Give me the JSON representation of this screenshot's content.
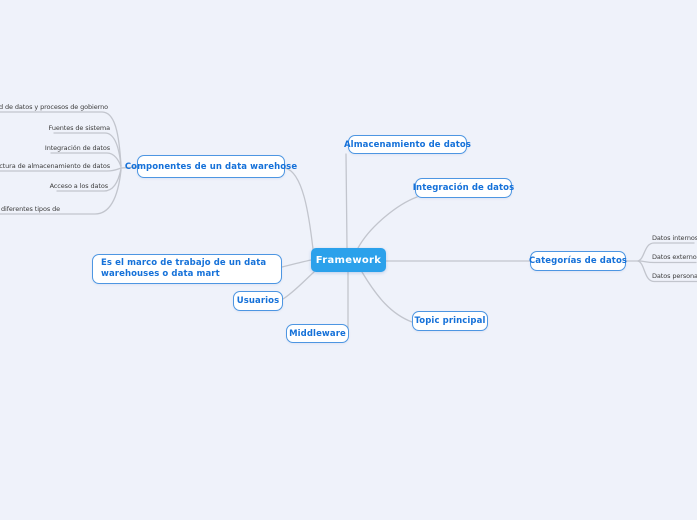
{
  "canvas": {
    "background": "#eff2fa",
    "colors": {
      "root_fill": "#2ba1eb",
      "root_text": "#ffffff",
      "node_border": "#4d96e2",
      "node_text": "#1571d9",
      "edge": "#c2c5cd",
      "leaf_text": "#3c3c3c"
    }
  },
  "mindmap": {
    "root": {
      "label": "Framework"
    },
    "nodes": {
      "almacenamiento": {
        "label": "Almacenamiento de datos"
      },
      "integracion": {
        "label": "Integración de datos"
      },
      "categorias": {
        "label": "Categorías de datos"
      },
      "componentes": {
        "label": "Componentes de un data warehose"
      },
      "marco": {
        "label": "Es el marco de trabajo de un data warehouses o data mart"
      },
      "usuarios": {
        "label": "Usuarios"
      },
      "middleware": {
        "label": "Middleware"
      },
      "topic": {
        "label": "Topic principal"
      }
    },
    "leaves": {
      "componentes_children": [
        "Calidad de datos y procesos de gobierno",
        "Fuentes de sistema",
        "Integración de datos",
        "Arquitectura de almacenamiento de datos",
        "Acceso a los datos",
        "Los diferentes tipos de"
      ],
      "categorias_children": [
        "Datos internos",
        "Datos externos",
        "Datos personales"
      ]
    }
  }
}
